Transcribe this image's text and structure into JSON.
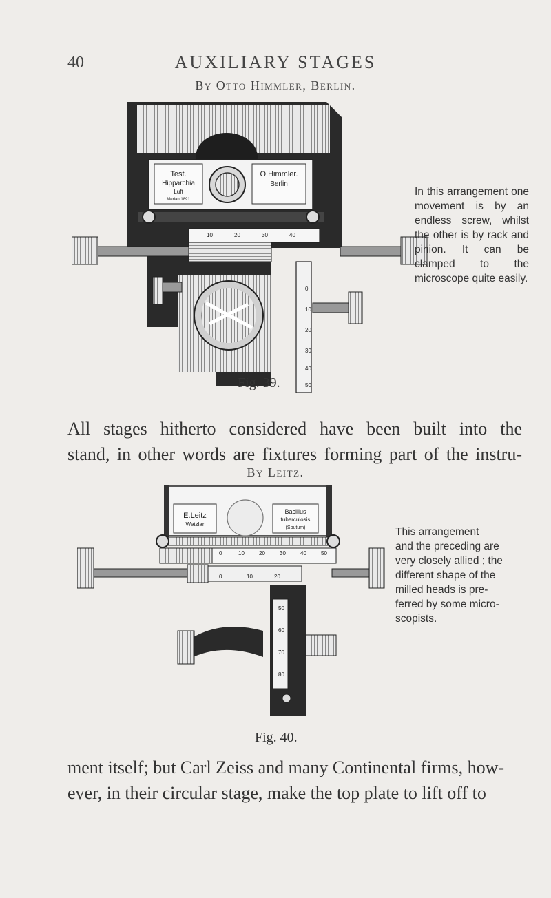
{
  "page": {
    "number": "40",
    "running_head": "AUXILIARY STAGES"
  },
  "figure_39": {
    "byline": "By Otto Himmler, Berlin.",
    "label": "Fig. 39.",
    "caption": "In this arrangement one movement is by an endless screw, whilst the other is by rack and pinion. It can be clamped to the microscope quite easily.",
    "slide_left": [
      "Test.",
      "Hipparchia",
      "Luft",
      "Merian 1891"
    ],
    "slide_right": [
      "O.Himmler.",
      "Berlin"
    ],
    "scale_horizontal": [
      "10",
      "20",
      "30",
      "40"
    ],
    "scale_vertical": [
      "0",
      "10",
      "20",
      "30",
      "40",
      "50"
    ]
  },
  "text_1": {
    "lines": [
      "All stages hitherto considered have been built into the",
      "stand, in other words are fixtures forming part of the instru-"
    ]
  },
  "figure_40": {
    "byline": "By Leitz.",
    "label": "Fig. 40.",
    "caption_lines": [
      "This arrangement",
      "and the preceding are",
      "very closely allied ; the",
      "different shape of the",
      "milled heads is pre-",
      "ferred by some micro-",
      "scopists."
    ],
    "slide_left": [
      "E.Leitz",
      "Wetzlar"
    ],
    "slide_right": [
      "Bacillus",
      "tuberculosis",
      "(Sputum)"
    ],
    "scale_horizontal": [
      "0",
      "10",
      "20",
      "30",
      "40",
      "50"
    ],
    "scale_small": [
      "0",
      "10",
      "20"
    ],
    "scale_vertical": [
      "50",
      "60",
      "70",
      "80"
    ]
  },
  "text_2": {
    "lines": [
      "ment itself; but Carl Zeiss and many Continental firms, how-",
      "ever, in their circular stage, make the top plate to lift off to"
    ]
  }
}
